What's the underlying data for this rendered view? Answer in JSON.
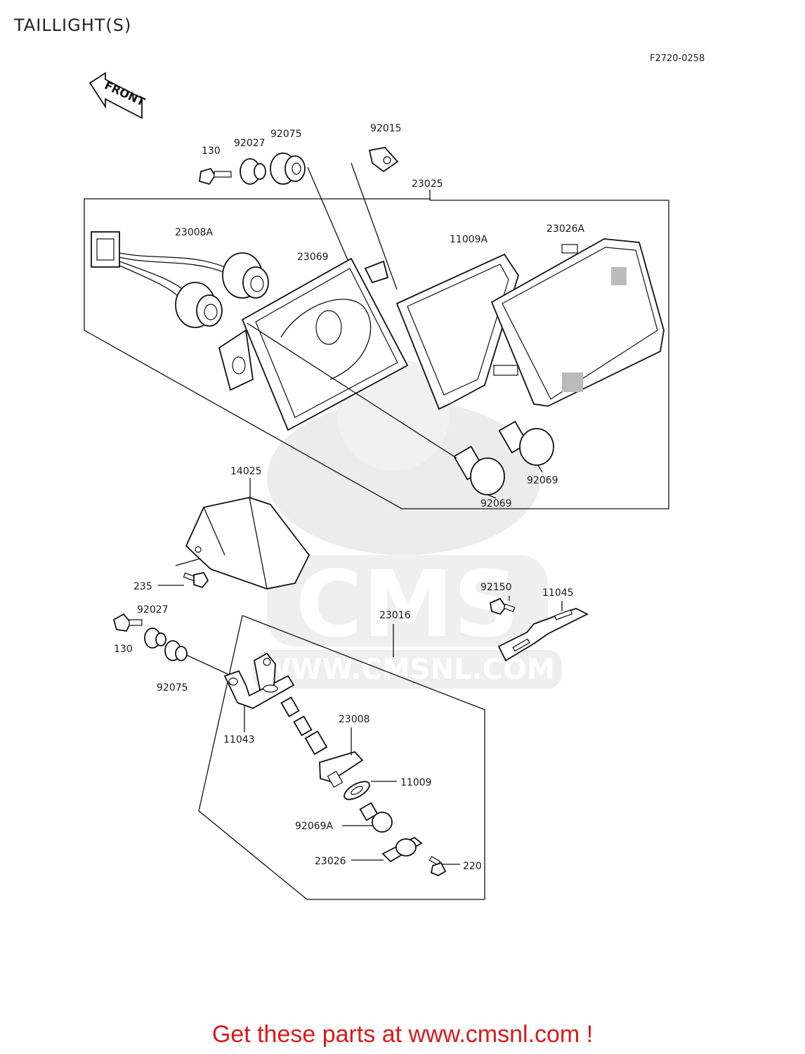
{
  "title": "TAILLIGHT(S)",
  "figure_code": "F2720-0258",
  "direction_arrow": "FRONT",
  "watermark": {
    "brand": "CMS",
    "url": "WWW.CMSNL.COM"
  },
  "part_labels": {
    "screw_130_top": "130",
    "collar_92027_top": "92027",
    "grommet_92075_top": "92075",
    "nut_92015": "92015",
    "taillight_assy_23025": "23025",
    "socket_23008A": "23008A",
    "case_23069": "23069",
    "gasket_11009A": "11009A",
    "lens_23026A": "23026A",
    "bulb_92069_left": "92069",
    "bulb_92069_right": "92069",
    "cover_14025": "14025",
    "screw_235": "235",
    "screw_130_bottom": "130",
    "collar_92027_bottom": "92027",
    "grommet_92075_bottom": "92075",
    "license_lamp_23016": "23016",
    "bracket_11043": "11043",
    "socket_23008": "23008",
    "gasket_11009": "11009",
    "bulb_92069A": "92069A",
    "lens_23026": "23026",
    "screw_220": "220",
    "bolt_92150": "92150",
    "bracket_11045": "11045"
  },
  "promo_text": "Get these parts at www.cmsnl.com !",
  "colors": {
    "promo": "#d91a1a",
    "line": "#111111"
  }
}
